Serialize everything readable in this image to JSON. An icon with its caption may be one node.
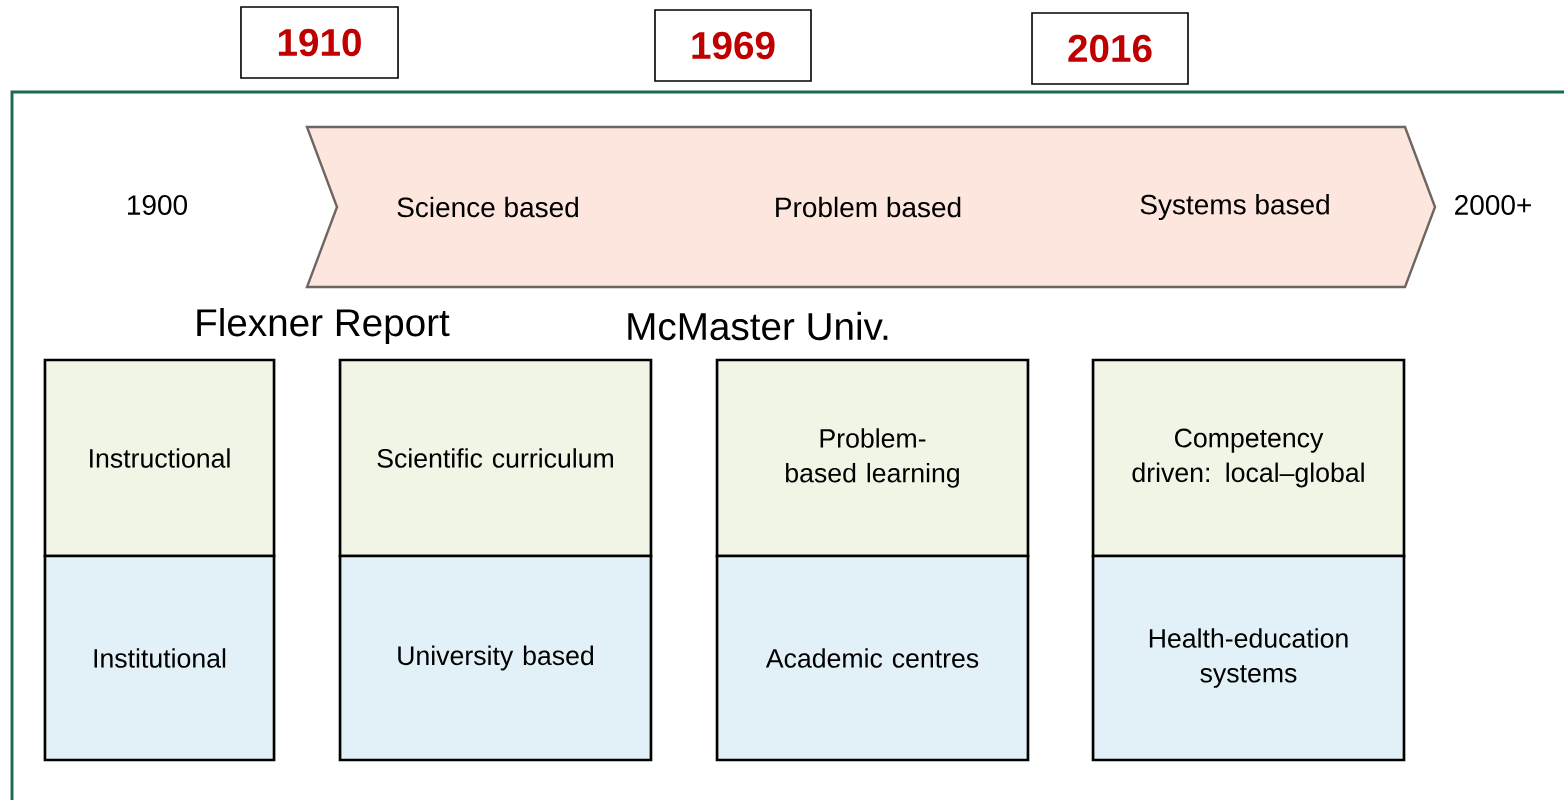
{
  "diagram": {
    "nodes": [
      {
        "text": [
          "1910"
        ]
      },
      {
        "text": [
          "1969"
        ]
      },
      {
        "text": [
          "2016"
        ]
      },
      {
        "text": [
          "Science based",
          "Problem based",
          "Systems based"
        ]
      },
      {
        "text": [
          "Instructional"
        ]
      },
      {
        "text": [
          "Scientific curriculum"
        ]
      },
      {
        "text": [
          "Problem-based learning"
        ]
      },
      {
        "text": [
          "Competency driven: local–global"
        ]
      },
      {
        "text": [
          "Institutional"
        ]
      },
      {
        "text": [
          "University based"
        ]
      },
      {
        "text": [
          "Academic centres"
        ]
      },
      {
        "text": [
          "Health-education systems"
        ]
      }
    ],
    "labels": [
      "1900",
      "2000+",
      "Flexner Report",
      "McMaster Univ."
    ]
  }
}
